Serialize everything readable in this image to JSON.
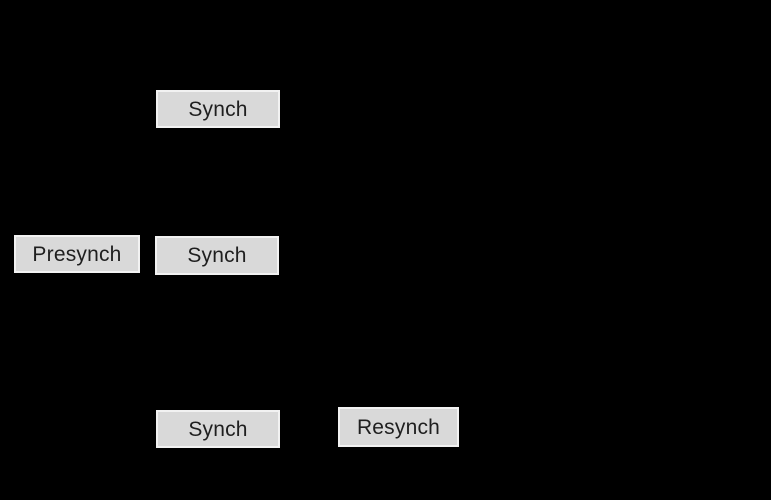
{
  "diagram": {
    "background_color": "#000000",
    "node_fill_color": "#d9d9d9",
    "node_border_color": "#f2f2f2",
    "node_text_color": "#1f1f1f",
    "nodes": [
      {
        "id": "synch-top",
        "label": "Synch"
      },
      {
        "id": "presynch",
        "label": "Presynch"
      },
      {
        "id": "synch-middle",
        "label": "Synch"
      },
      {
        "id": "synch-bottom",
        "label": "Synch"
      },
      {
        "id": "resynch",
        "label": "Resynch"
      }
    ]
  }
}
